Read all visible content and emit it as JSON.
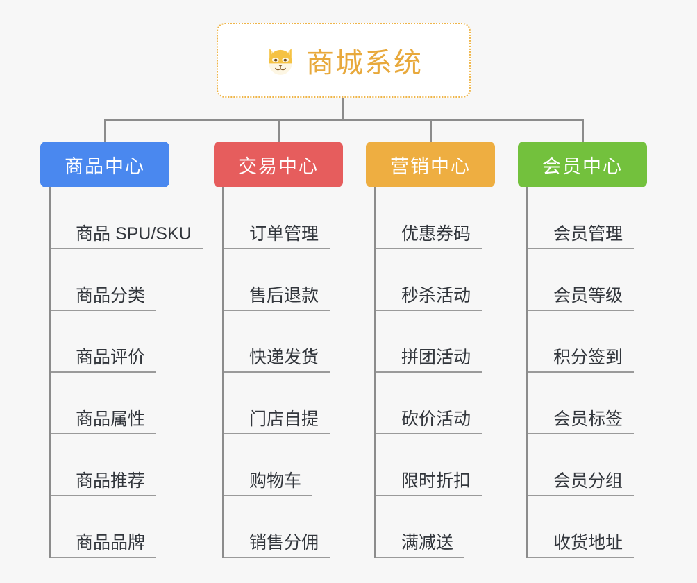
{
  "diagram": {
    "background_color": "#f7f7f7",
    "connector_color": "#8c8c8c",
    "root": {
      "icon": "shiba-dog-face-icon",
      "title": "商城系统",
      "title_color": "#e8a93c",
      "border_color": "#efb548",
      "background_color": "#ffffff"
    },
    "branches": [
      {
        "id": "product-center",
        "label": "商品中心",
        "color": "#4a88ef",
        "items": [
          "商品 SPU/SKU",
          "商品分类",
          "商品评价",
          "商品属性",
          "商品推荐",
          "商品品牌"
        ]
      },
      {
        "id": "trade-center",
        "label": "交易中心",
        "color": "#e65d5d",
        "items": [
          "订单管理",
          "售后退款",
          "快递发货",
          "门店自提",
          "购物车",
          "销售分佣"
        ]
      },
      {
        "id": "marketing-center",
        "label": "营销中心",
        "color": "#eeae41",
        "items": [
          "优惠券码",
          "秒杀活动",
          "拼团活动",
          "砍价活动",
          "限时折扣",
          "满减送"
        ]
      },
      {
        "id": "member-center",
        "label": "会员中心",
        "color": "#73c13d",
        "items": [
          "会员管理",
          "会员等级",
          "积分签到",
          "会员标签",
          "会员分组",
          "收货地址"
        ]
      }
    ]
  }
}
